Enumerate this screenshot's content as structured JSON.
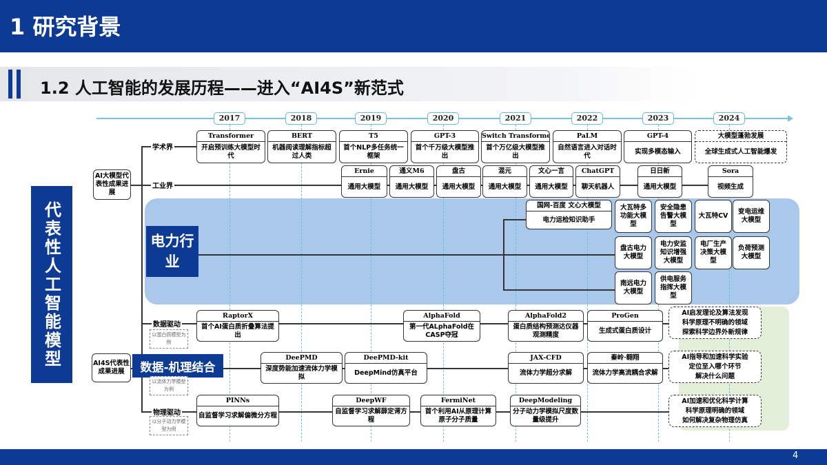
{
  "header": {
    "title": "1 研究背景"
  },
  "subtitle": "1.2 人工智能的发展历程——进入“AI4S”新范式",
  "page_number": "4",
  "side_label": "代表性人工智能模型",
  "colors": {
    "brand": "#0d3a93",
    "timeline": "#7ac3da",
    "band": "#a9c8ea",
    "green": "#e4efd9"
  },
  "years": [
    "2017",
    "2018",
    "2019",
    "2020",
    "2021",
    "2022",
    "2023",
    "2024"
  ],
  "llm": {
    "root": "AI大模型代表性成果进展",
    "academia_label": "学术界",
    "industry_label": "工业界",
    "academia": [
      {
        "title": "Transformer",
        "desc": "开启预训练大模型时代"
      },
      {
        "title": "BERT",
        "desc": "机器阅读理解指标超过人类"
      },
      {
        "title": "T5",
        "desc": "首个NLP多任务统一框架"
      },
      {
        "title": "GPT-3",
        "desc": "首个千万级大模型推出"
      },
      {
        "title": "Switch Transformer",
        "desc": "首个万亿级大模型推出"
      },
      {
        "title": "PaLM",
        "desc": "自然语言进入对话时代"
      },
      {
        "title": "GPT-4",
        "desc": "实现多模态输入"
      }
    ],
    "future": {
      "title": "大模型蓬勃发展",
      "desc": "全球生成式人工智能爆发"
    },
    "industry": [
      {
        "title": "Ernie",
        "desc": "通用大模型"
      },
      {
        "title": "通义M6",
        "desc": "通用大模型"
      },
      {
        "title": "盘古",
        "desc": "通用大模型"
      },
      {
        "title": "混元",
        "desc": "通用大模型"
      },
      {
        "title": "文心一言",
        "desc": "通用大模型"
      },
      {
        "title": "ChatGPT",
        "desc": "聊天机器人"
      },
      {
        "title": "日日新",
        "desc": "通用大模型"
      },
      {
        "title": "Sora",
        "desc": "视频生成"
      }
    ]
  },
  "power": {
    "label": "电力行业",
    "main": {
      "title": "国网-百度 文心大模型",
      "desc": "电力运检知识助手"
    },
    "models": [
      "大瓦特多功能大模型",
      "安全隐患告警大模型",
      "大瓦特CV",
      "变电运维大模型",
      "盘古电力大模型",
      "电力安监知识增强大模型",
      "电厂生产决策大模型",
      "负荷预测大模型",
      "南远电力大模型",
      "供电服务指挥大模型"
    ]
  },
  "ai4s": {
    "root": "AI4S代表性成果进展",
    "label": "数据-机理结合",
    "data_driven": "数据驱动",
    "physics_driven": "物理驱动",
    "notes": [
      "以蛋白质模型为例",
      "以流体力学模型为例",
      "以分子动力学模型为例"
    ],
    "rows": [
      [
        {
          "title": "RaptorX",
          "desc": "首个AI蛋白质折叠算法提出"
        },
        {
          "title": "AlphaFold",
          "desc": "第一代ALphaFold在CASP夺冠"
        },
        {
          "title": "AlphaFold2",
          "desc": "蛋白质结构预测达仪器观测精度"
        },
        {
          "title": "ProGen",
          "desc": "生成式蛋白质设计"
        }
      ],
      [
        {
          "title": "DeePMD",
          "desc": "深度势能加速流体力学模拟"
        },
        {
          "title": "DeePMD-kit",
          "desc": "DeepMind仿真平台"
        },
        {
          "title": "JAX-CFD",
          "desc": "流体力学超分求解"
        },
        {
          "title": "秦岭·翱翔",
          "desc": "流体力学高流耦合求解"
        }
      ],
      [
        {
          "title": "PINNs",
          "desc": "自监督学习求解偏微分方程"
        },
        {
          "title": "DeepWF",
          "desc": "自监督学习求解薛定谔方程"
        },
        {
          "title": "FermiNet",
          "desc": "首个利用AI从原理计算原子分子质量"
        },
        {
          "title": "DeepModeling",
          "desc": "分子动力学模拟尺度数量级提升"
        }
      ]
    ],
    "outlook": [
      [
        "AI启发理论及算法发现",
        "科学原理不明确的领域",
        "探索科学边界外新规律"
      ],
      [
        "AI指导和加速科学实验",
        "定位至入哪个环节",
        "解决什么问题"
      ],
      [
        "AI加速和优化科学计算",
        "科学原理明确的领域",
        "如何解决复杂物理仿真"
      ]
    ]
  }
}
